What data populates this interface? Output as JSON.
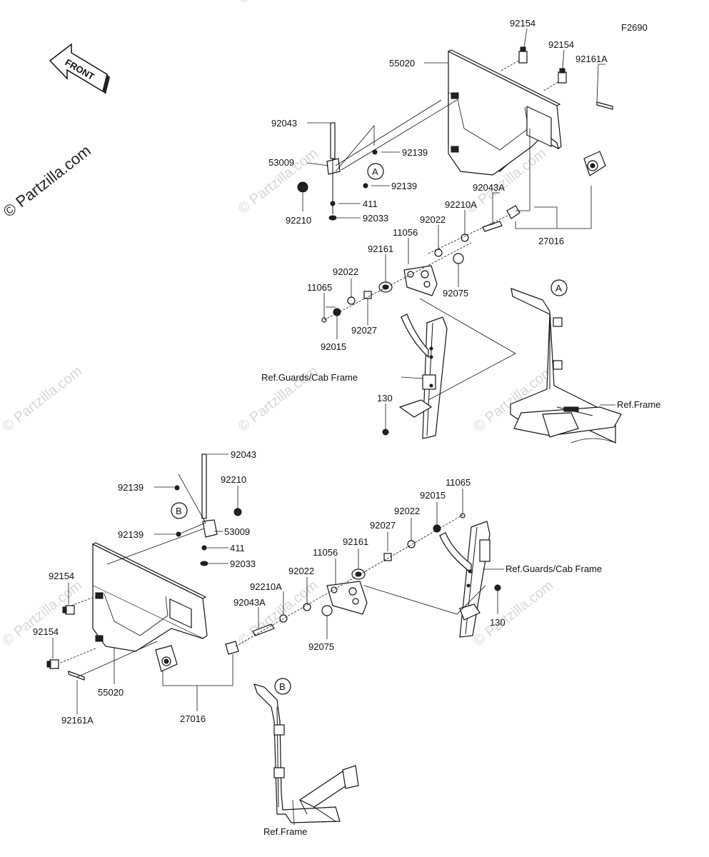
{
  "diagram_code": "F2690",
  "front_label": "FRONT",
  "watermark_main": "© Partzilla.com",
  "watermark_faint": "© Partzilla.com",
  "callouts": {
    "A": "A",
    "B": "B"
  },
  "refs": {
    "guards_cab_frame": "Ref.Guards/Cab Frame",
    "frame": "Ref.Frame"
  },
  "upper_parts": {
    "p92154a": "92154",
    "p92154b": "92154",
    "p55020": "55020",
    "p92161A": "92161A",
    "p92043": "92043",
    "p92139a": "92139",
    "p53009": "53009",
    "p92139b": "92139",
    "p411": "411",
    "p92210": "92210",
    "p92033": "92033",
    "p92043A": "92043A",
    "p92210A": "92210A",
    "p92022a": "92022",
    "p11056": "11056",
    "p92161": "92161",
    "p27016": "27016",
    "p92022b": "92022",
    "p11065": "11065",
    "p92075": "92075",
    "p92027": "92027",
    "p92015": "92015",
    "p130": "130"
  },
  "lower_parts": {
    "p92043": "92043",
    "p92210": "92210",
    "p92139a": "92139",
    "p53009": "53009",
    "p92139b": "92139",
    "p411": "411",
    "p92033": "92033",
    "p11065": "11065",
    "p92015": "92015",
    "p92022a": "92022",
    "p92027": "92027",
    "p92161": "92161",
    "p11056": "11056",
    "p92022b": "92022",
    "p92210A": "92210A",
    "p92043A": "92043A",
    "p92154a": "92154",
    "p92154b": "92154",
    "p55020": "55020",
    "p92075": "92075",
    "p130": "130",
    "p27016": "27016",
    "p92161A": "92161A"
  }
}
